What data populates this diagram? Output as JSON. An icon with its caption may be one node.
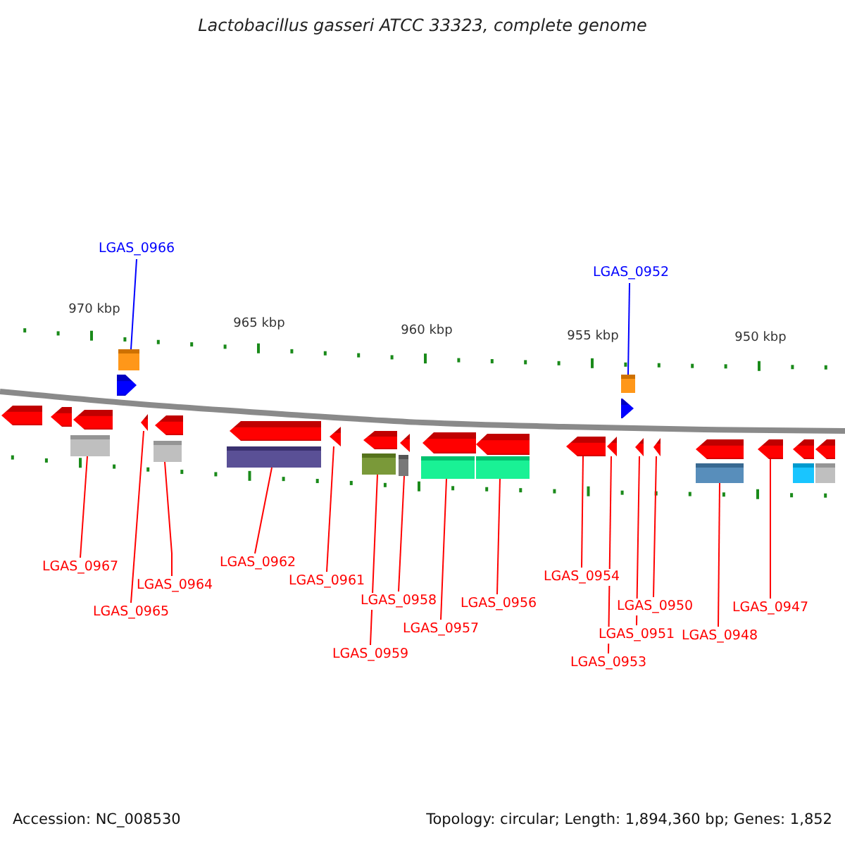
{
  "diagram": {
    "title": "Lactobacillus gasseri ATCC 33323, complete genome",
    "nodes": [
      {
        "text": [
          "LGAS_0966"
        ]
      },
      {
        "text": [
          "LGAS_0952"
        ]
      },
      {
        "text": [
          "LGAS_0967"
        ]
      },
      {
        "text": [
          "LGAS_0965"
        ]
      },
      {
        "text": [
          "LGAS_0964"
        ]
      },
      {
        "text": [
          "LGAS_0962"
        ]
      },
      {
        "text": [
          "LGAS_0961"
        ]
      },
      {
        "text": [
          "LGAS_0959"
        ]
      },
      {
        "text": [
          "LGAS_0958"
        ]
      },
      {
        "text": [
          "LGAS_0957"
        ]
      },
      {
        "text": [
          "LGAS_0956"
        ]
      },
      {
        "text": [
          "LGAS_0954"
        ]
      },
      {
        "text": [
          "LGAS_0953"
        ]
      },
      {
        "text": [
          "LGAS_0951"
        ]
      },
      {
        "text": [
          "LGAS_0950"
        ]
      },
      {
        "text": [
          "LGAS_0948"
        ]
      },
      {
        "text": [
          "LGAS_0947"
        ]
      },
      {
        "text": [],
        "shape": "arrow"
      },
      {
        "text": [],
        "shape": "arrow"
      },
      {
        "text": [],
        "shape": "arrow"
      },
      {
        "text": [],
        "shape": "arrow"
      },
      {
        "text": [],
        "shape": "arrow"
      },
      {
        "text": [],
        "shape": "arrow"
      },
      {
        "text": [],
        "shape": "arrow"
      },
      {
        "text": [],
        "shape": "arrow"
      },
      {
        "text": [],
        "shape": "arrow"
      },
      {
        "text": [],
        "shape": "arrow"
      },
      {
        "text": [],
        "shape": "arrow"
      },
      {
        "text": [],
        "shape": "arrow"
      },
      {
        "text": [],
        "shape": "arrow"
      },
      {
        "text": [],
        "shape": "arrow"
      },
      {
        "text": [],
        "shape": "arrow"
      },
      {
        "text": [],
        "shape": "arrow"
      },
      {
        "text": [],
        "shape": "arrow"
      },
      {
        "text": [],
        "shape": "arrow"
      },
      {
        "text": [],
        "shape": "arrow"
      },
      {
        "text": [],
        "shape": "arrow"
      },
      {
        "text": [],
        "shape": "arrow"
      }
    ],
    "edges": [
      {
        "from": 0,
        "to": 20,
        "arrow": "none",
        "color": "#0000ff"
      },
      {
        "from": 1,
        "to": 31,
        "arrow": "none",
        "color": "#0000ff"
      },
      {
        "from": 2,
        "to": 19,
        "arrow": "none"
      },
      {
        "from": 3,
        "to": 21,
        "arrow": "none"
      },
      {
        "from": 4,
        "to": 22,
        "arrow": "none"
      },
      {
        "from": 5,
        "to": 23,
        "arrow": "none"
      },
      {
        "from": 6,
        "to": 24,
        "arrow": "none"
      },
      {
        "from": 7,
        "to": 25,
        "arrow": "none"
      },
      {
        "from": 8,
        "to": 26,
        "arrow": "none"
      },
      {
        "from": 9,
        "to": 27,
        "arrow": "none"
      },
      {
        "from": 10,
        "to": 28,
        "arrow": "none"
      },
      {
        "from": 11,
        "to": 29,
        "arrow": "none"
      },
      {
        "from": 12,
        "to": 30,
        "arrow": "none"
      },
      {
        "from": 13,
        "to": 32,
        "arrow": "none"
      },
      {
        "from": 14,
        "to": 33,
        "arrow": "none"
      },
      {
        "from": 15,
        "to": 34,
        "arrow": "none"
      },
      {
        "from": 16,
        "to": 35,
        "arrow": "none"
      }
    ],
    "labels": [
      "970 kbp",
      "965 kbp",
      "960 kbp",
      "955 kbp",
      "950 kbp",
      "Accession: NC_008530",
      "Topology: circular; Length: 1,894,360 bp; Genes: 1,852"
    ]
  }
}
